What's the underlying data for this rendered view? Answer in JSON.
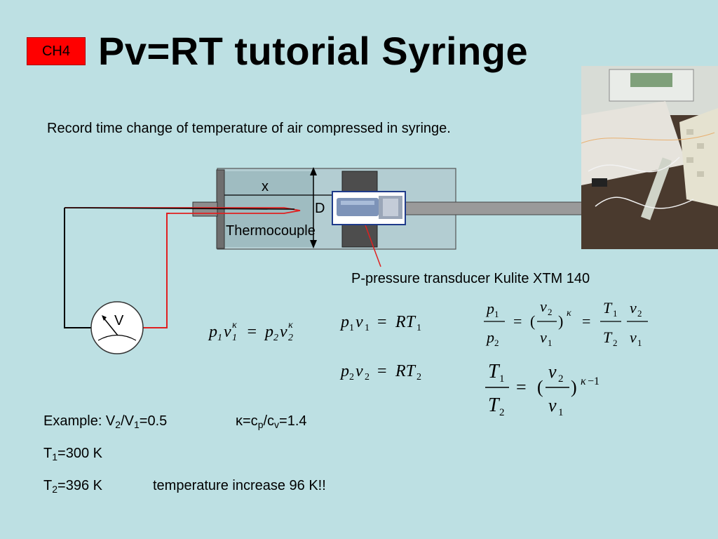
{
  "slide": {
    "badge": "CH4",
    "title": "Pv=RT tutorial Syringe",
    "subtitle": "Record time change of temperature of air compressed in syringe."
  },
  "diagram": {
    "label_x": "x",
    "label_d": "D",
    "label_thermocouple": "Thermocouple",
    "label_transducer": "P-pressure transducer Kulite XTM 140",
    "label_voltmeter": "V"
  },
  "example": {
    "line1_prefix": "Example: V",
    "line1_sub1": "2",
    "line1_mid": "/V",
    "line1_sub2": "1",
    "line1_val": "=0.5",
    "kappa_prefix": "κ=c",
    "kappa_sub1": "p",
    "kappa_mid": "/c",
    "kappa_sub2": "v",
    "kappa_val": "=1.4",
    "t1_prefix": "T",
    "t1_sub": "1",
    "t1_val": "=300 K",
    "t2_prefix": "T",
    "t2_sub": "2",
    "t2_val": "=396 K",
    "t2_note": "temperature increase 96 K!!"
  },
  "colors": {
    "background": "#bde0e3",
    "badge": "#ff0000",
    "wire_red": "#e02020",
    "wire_black": "#000000",
    "syringe_body": "#b3cdd2",
    "piston": "#4d4d4d",
    "rod": "#9a9a9a"
  },
  "icons": {
    "voltmeter": "voltmeter-icon",
    "transducer_photo": "pressure-transducer-photo",
    "lab_photo": "lab-setup-photo"
  }
}
